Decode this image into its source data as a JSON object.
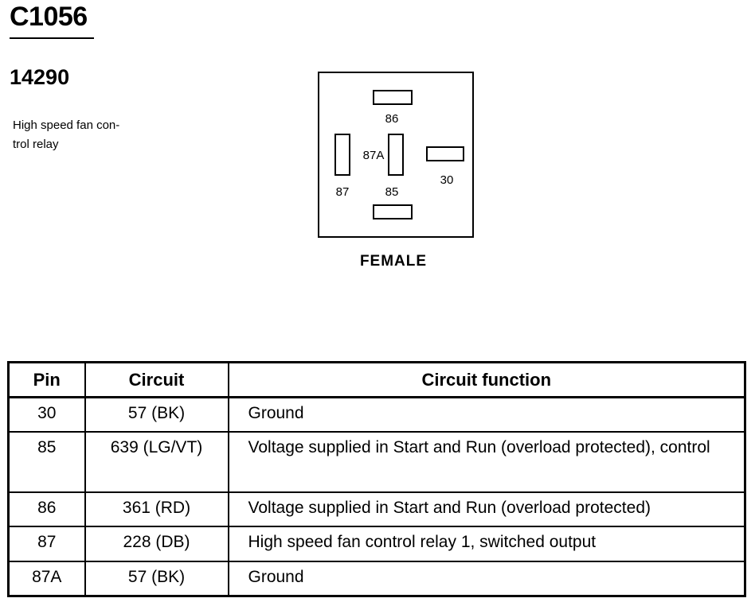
{
  "header": {
    "connector_id": "C1056",
    "part_number": "14290",
    "description": "High speed fan con-\ntrol relay"
  },
  "diagram": {
    "gender_label": "FEMALE",
    "pins": [
      {
        "label": "86",
        "orientation": "horizontal"
      },
      {
        "label": "87A",
        "orientation": "vertical"
      },
      {
        "label": "30",
        "orientation": "horizontal"
      },
      {
        "label": "87",
        "orientation": "vertical"
      },
      {
        "label": "85",
        "orientation": "horizontal"
      }
    ]
  },
  "table": {
    "headers": {
      "pin": "Pin",
      "circuit": "Circuit",
      "function": "Circuit function"
    },
    "rows": [
      {
        "pin": "30",
        "circuit": "57 (BK)",
        "function": "Ground"
      },
      {
        "pin": "85",
        "circuit": "639 (LG/VT)",
        "function": "Voltage supplied in Start and Run (overload protected), control"
      },
      {
        "pin": "86",
        "circuit": "361 (RD)",
        "function": "Voltage supplied in Start and Run (overload protected)"
      },
      {
        "pin": "87",
        "circuit": "228 (DB)",
        "function": "High speed fan control relay 1, switched output"
      },
      {
        "pin": "87A",
        "circuit": "57 (BK)",
        "function": "Ground"
      }
    ]
  }
}
